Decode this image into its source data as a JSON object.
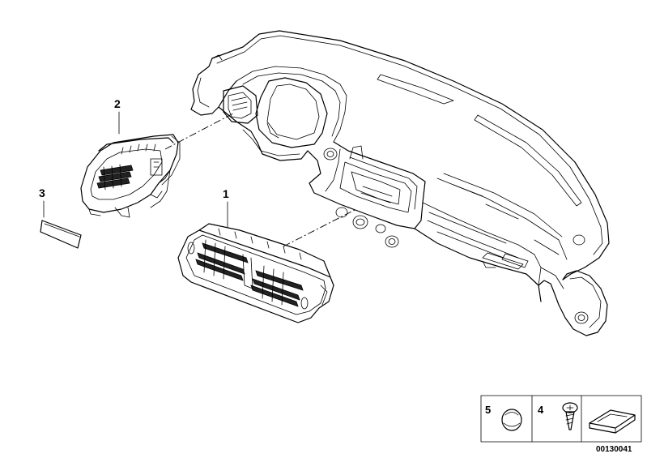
{
  "parts": [
    {
      "number": "1",
      "name": "center-air-vent"
    },
    {
      "number": "2",
      "name": "side-air-vent"
    },
    {
      "number": "3",
      "name": "vent-cover-cap"
    }
  ],
  "legend": {
    "items": [
      {
        "number": "5",
        "icon": "round-cap-icon"
      },
      {
        "number": "4",
        "icon": "screw-icon"
      },
      {
        "number": "",
        "icon": "installation-kit-icon"
      }
    ]
  },
  "diagram_id": "00130041"
}
